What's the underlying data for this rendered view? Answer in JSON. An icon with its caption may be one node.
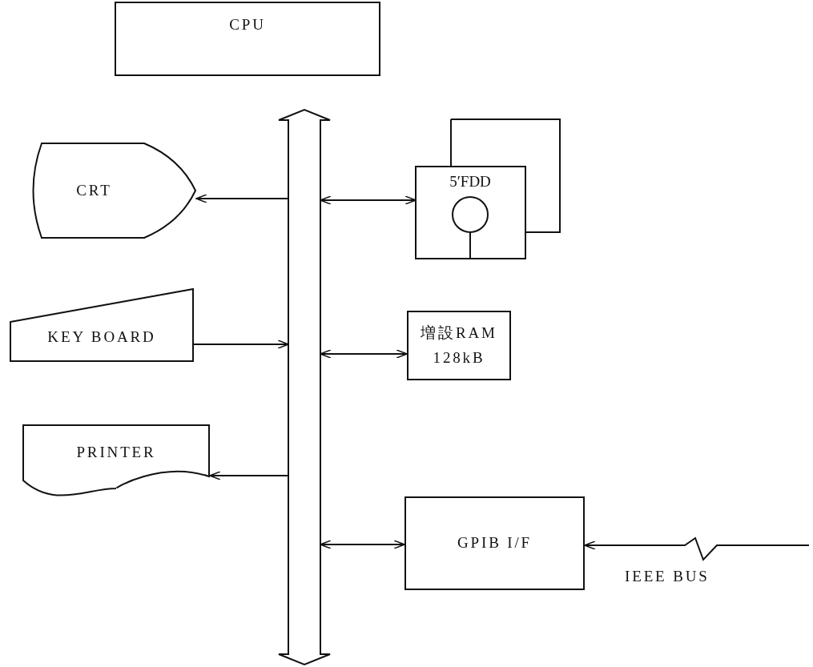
{
  "diagram": {
    "nodes": [
      {
        "text": [
          "CPU"
        ]
      },
      {
        "text": [],
        "shape": "bar"
      },
      {
        "text": [
          "CRT"
        ]
      },
      {
        "text": [
          "5′FDD"
        ]
      },
      {
        "text": [
          "KEY BOARD"
        ]
      },
      {
        "text": [
          "増設RAM 128kB"
        ]
      },
      {
        "text": [
          "PRINTER"
        ]
      },
      {
        "text": [
          "GPIB I/F"
        ]
      }
    ],
    "edges": [
      {
        "from": 1,
        "to": 2,
        "arrow": "to"
      },
      {
        "from": 1,
        "to": 3,
        "arrow": "both"
      },
      {
        "from": 4,
        "to": 1,
        "arrow": "to"
      },
      {
        "from": 1,
        "to": 5,
        "arrow": "both"
      },
      {
        "from": 1,
        "to": 6,
        "arrow": "to"
      },
      {
        "from": 1,
        "to": 7,
        "arrow": "both"
      },
      {
        "from": null,
        "to": 7,
        "arrow": "to"
      }
    ],
    "labels": [
      "IEEE BUS"
    ]
  }
}
